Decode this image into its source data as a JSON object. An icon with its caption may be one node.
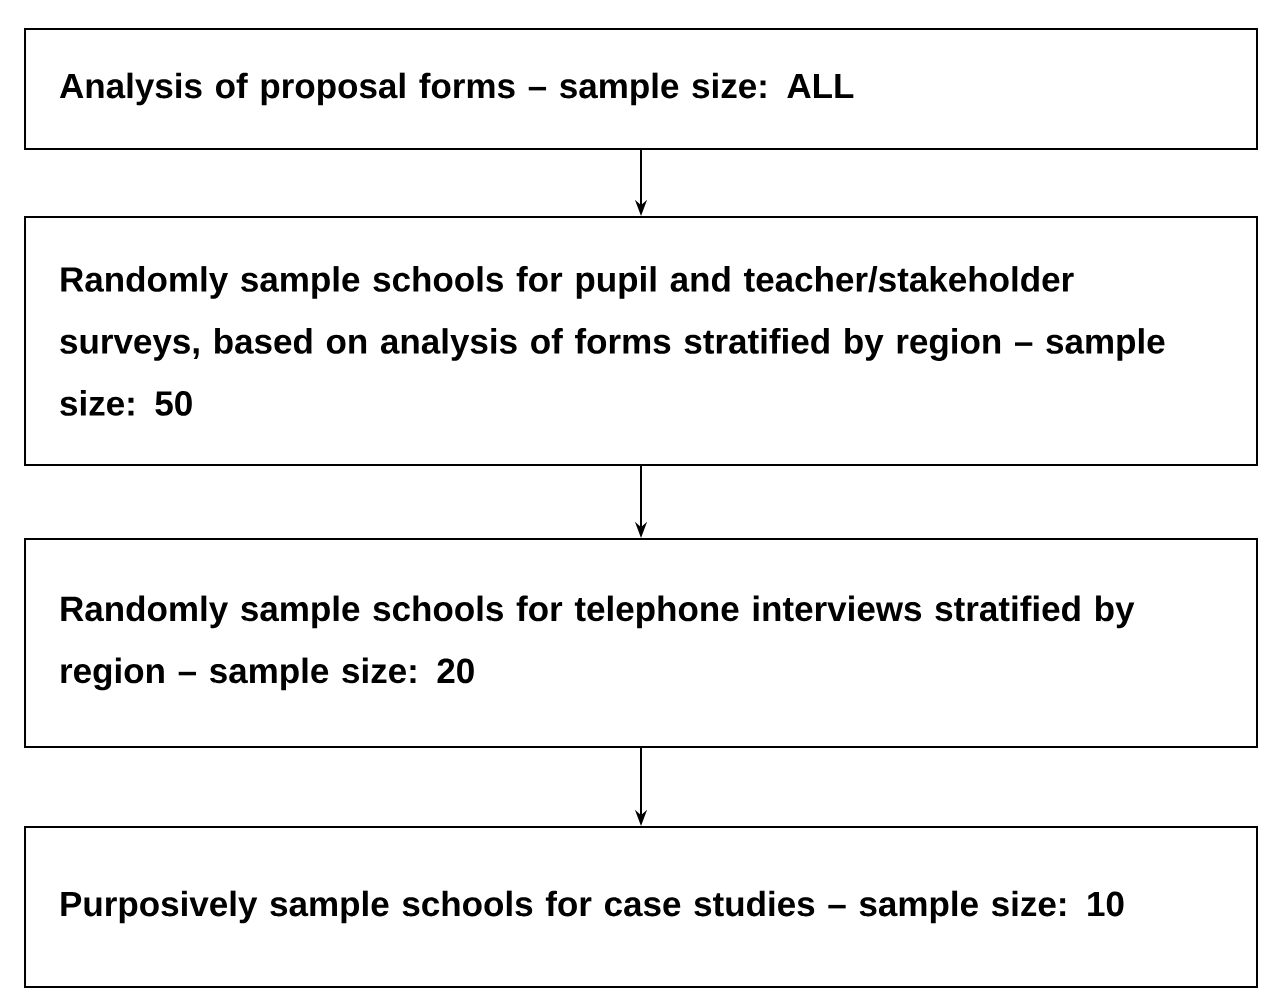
{
  "diagram": {
    "nodes": [
      {
        "text": [
          "Analysis of proposal forms – sample size: ALL"
        ]
      },
      {
        "text": [
          "Randomly sample schools for pupil and teacher/stakeholder surveys, based on analysis of forms stratified by region – sample size: 50"
        ]
      },
      {
        "text": [
          "Randomly sample schools for telephone interviews stratified by region – sample size: 20"
        ]
      },
      {
        "text": [
          "Purposively sample schools for case studies – sample size: 10"
        ]
      }
    ],
    "edges": [
      {
        "from": 0,
        "to": 1,
        "arrow": "to"
      },
      {
        "from": 1,
        "to": 2,
        "arrow": "to"
      },
      {
        "from": 2,
        "to": 3,
        "arrow": "to"
      }
    ]
  }
}
